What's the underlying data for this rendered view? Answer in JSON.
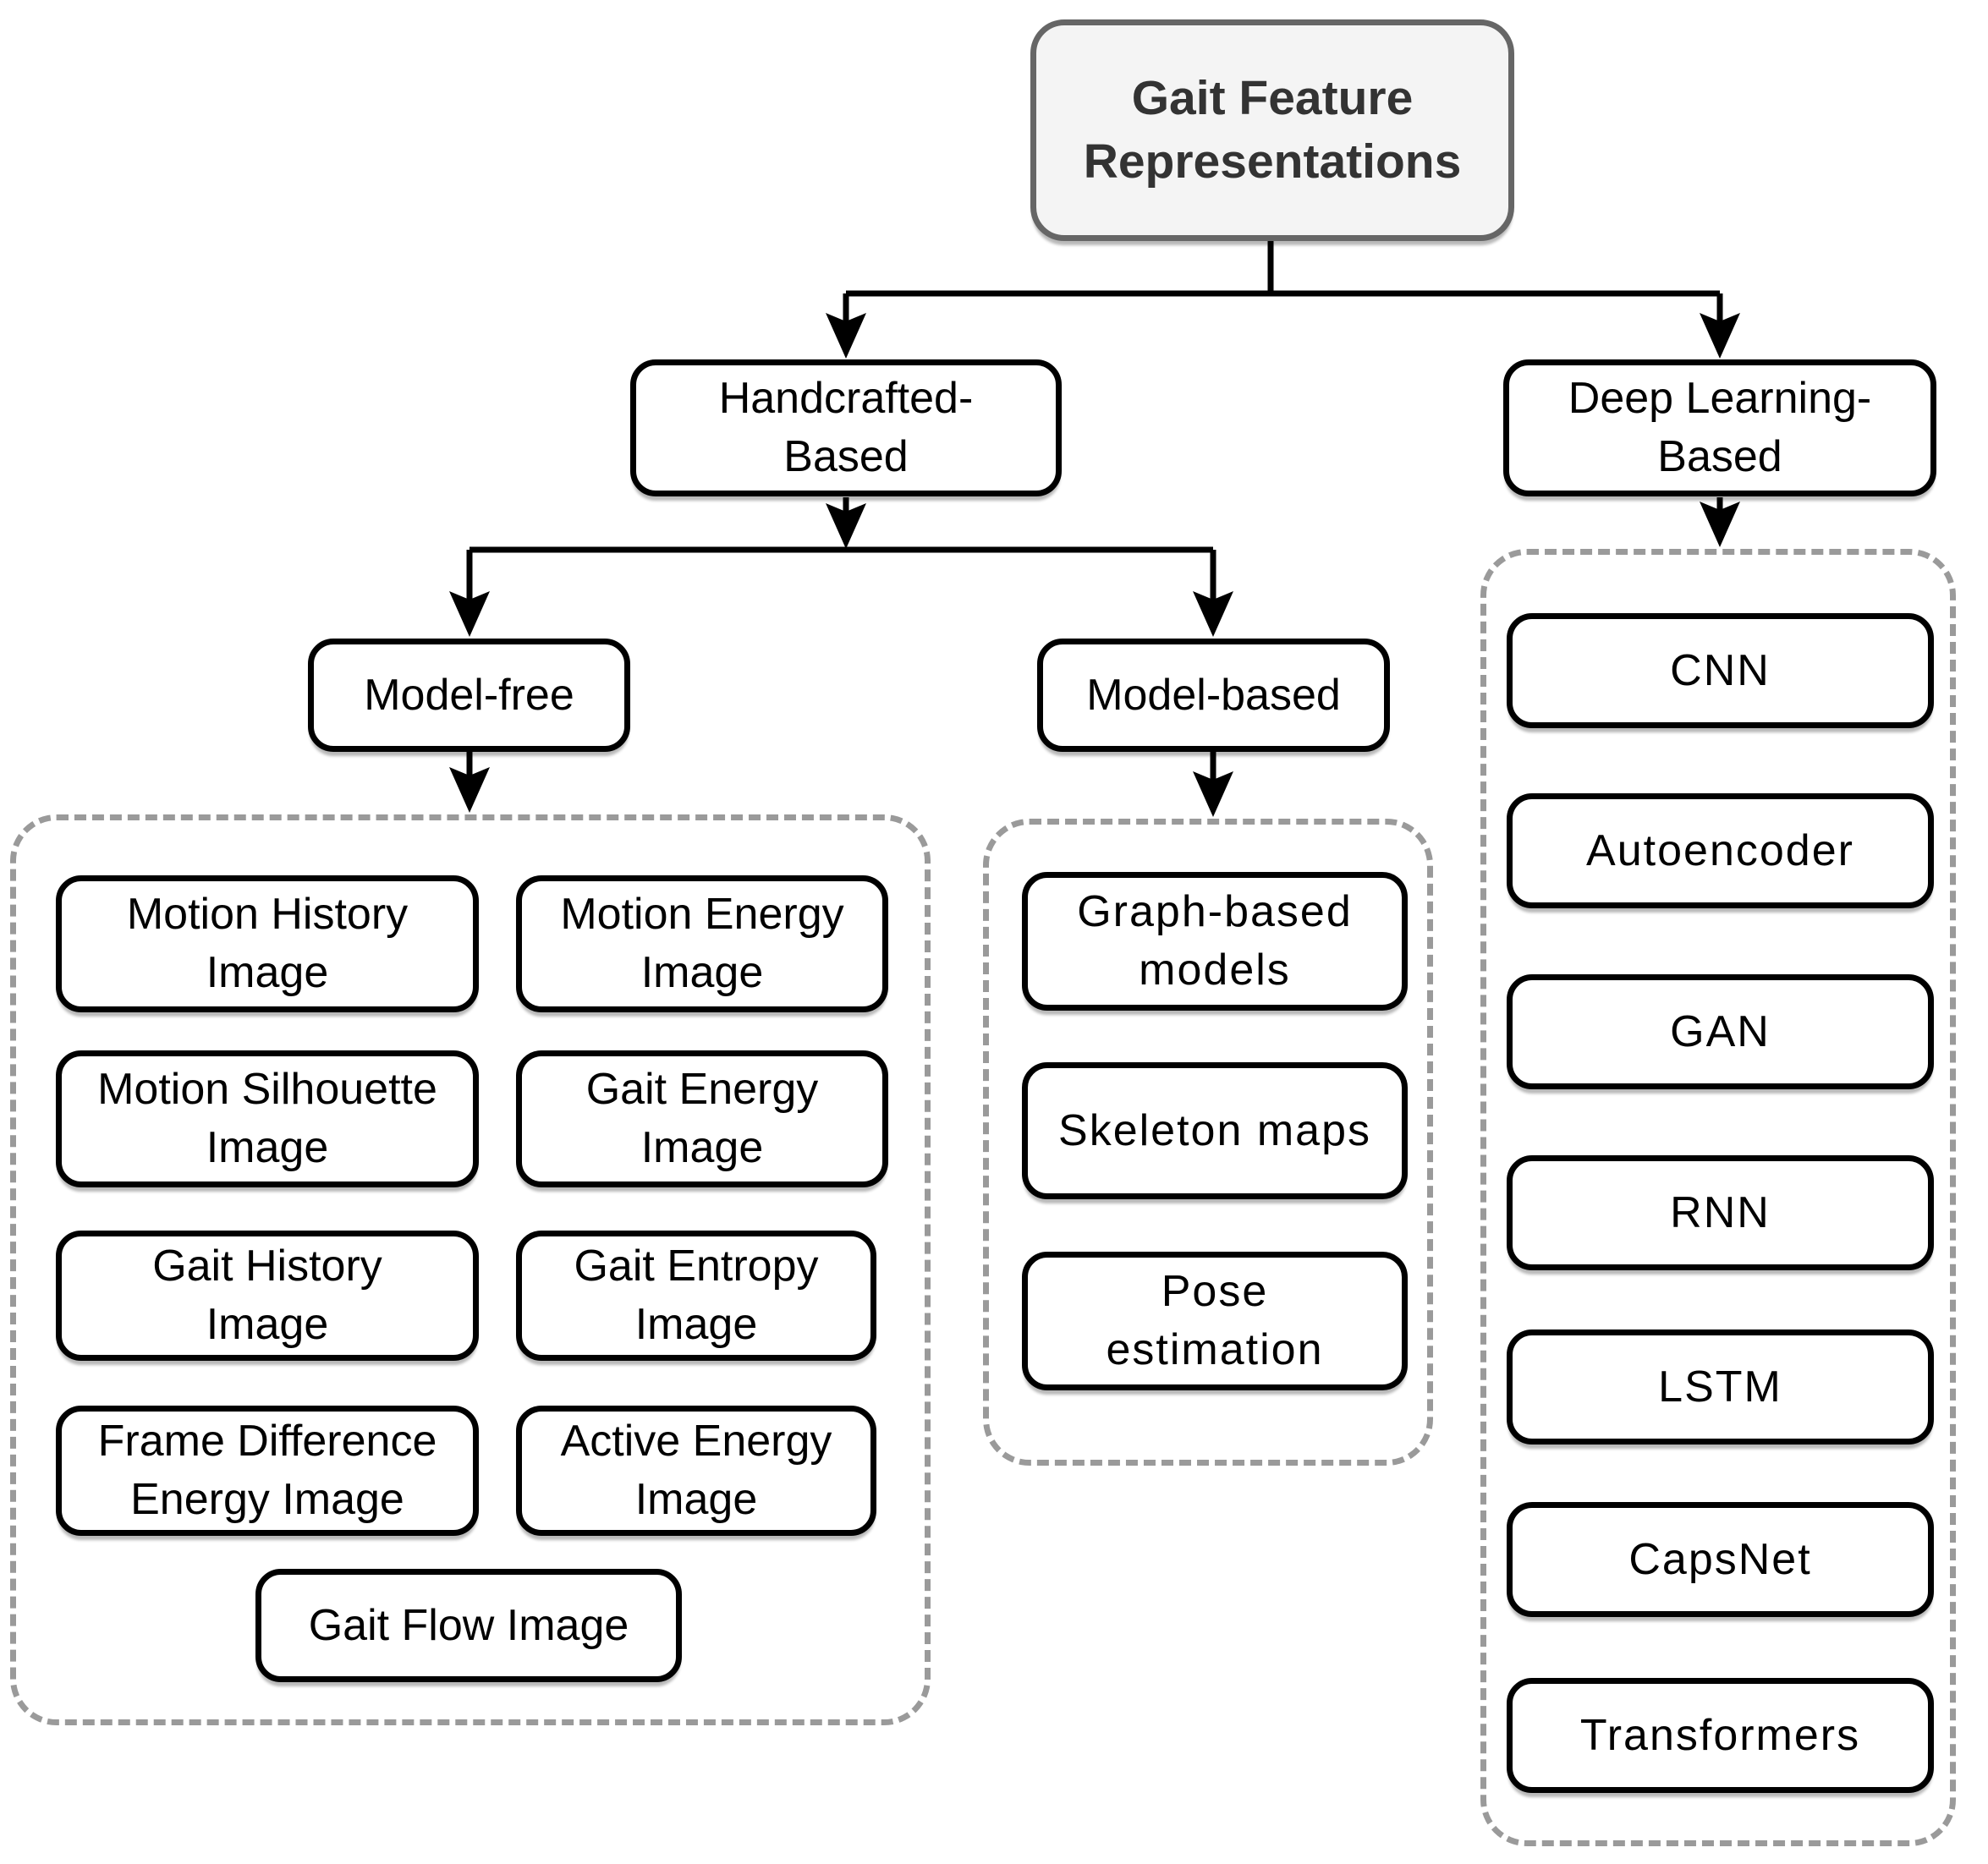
{
  "diagram": {
    "root": {
      "label": "Gait Feature\nRepresentations"
    },
    "level1": [
      {
        "label": "Handcrafted-\nBased"
      },
      {
        "label": "Deep Learning-\nBased"
      }
    ],
    "level2": [
      {
        "label": "Model-free"
      },
      {
        "label": "Model-based"
      }
    ],
    "model_free_items": [
      "Motion History\nImage",
      "Motion Energy\nImage",
      "Motion Silhouette\nImage",
      "Gait Energy\nImage",
      "Gait History\nImage",
      "Gait Entropy\nImage",
      "Frame Difference\nEnergy Image",
      "Active Energy\nImage",
      "Gait Flow Image"
    ],
    "model_based_items": [
      "Graph-based\nmodels",
      "Skeleton maps",
      "Pose\nestimation"
    ],
    "deep_learning_items": [
      "CNN",
      "Autoencoder",
      "GAN",
      "RNN",
      "LSTM",
      "CapsNet",
      "Transformers"
    ],
    "colors": {
      "background": "#ffffff",
      "node_fill": "#ffffff",
      "node_border": "#000000",
      "root_fill": "#f4f4f4",
      "root_border": "#666666",
      "root_text": "#333333",
      "dashed_border": "#9a9a9a",
      "text": "#000000"
    }
  }
}
